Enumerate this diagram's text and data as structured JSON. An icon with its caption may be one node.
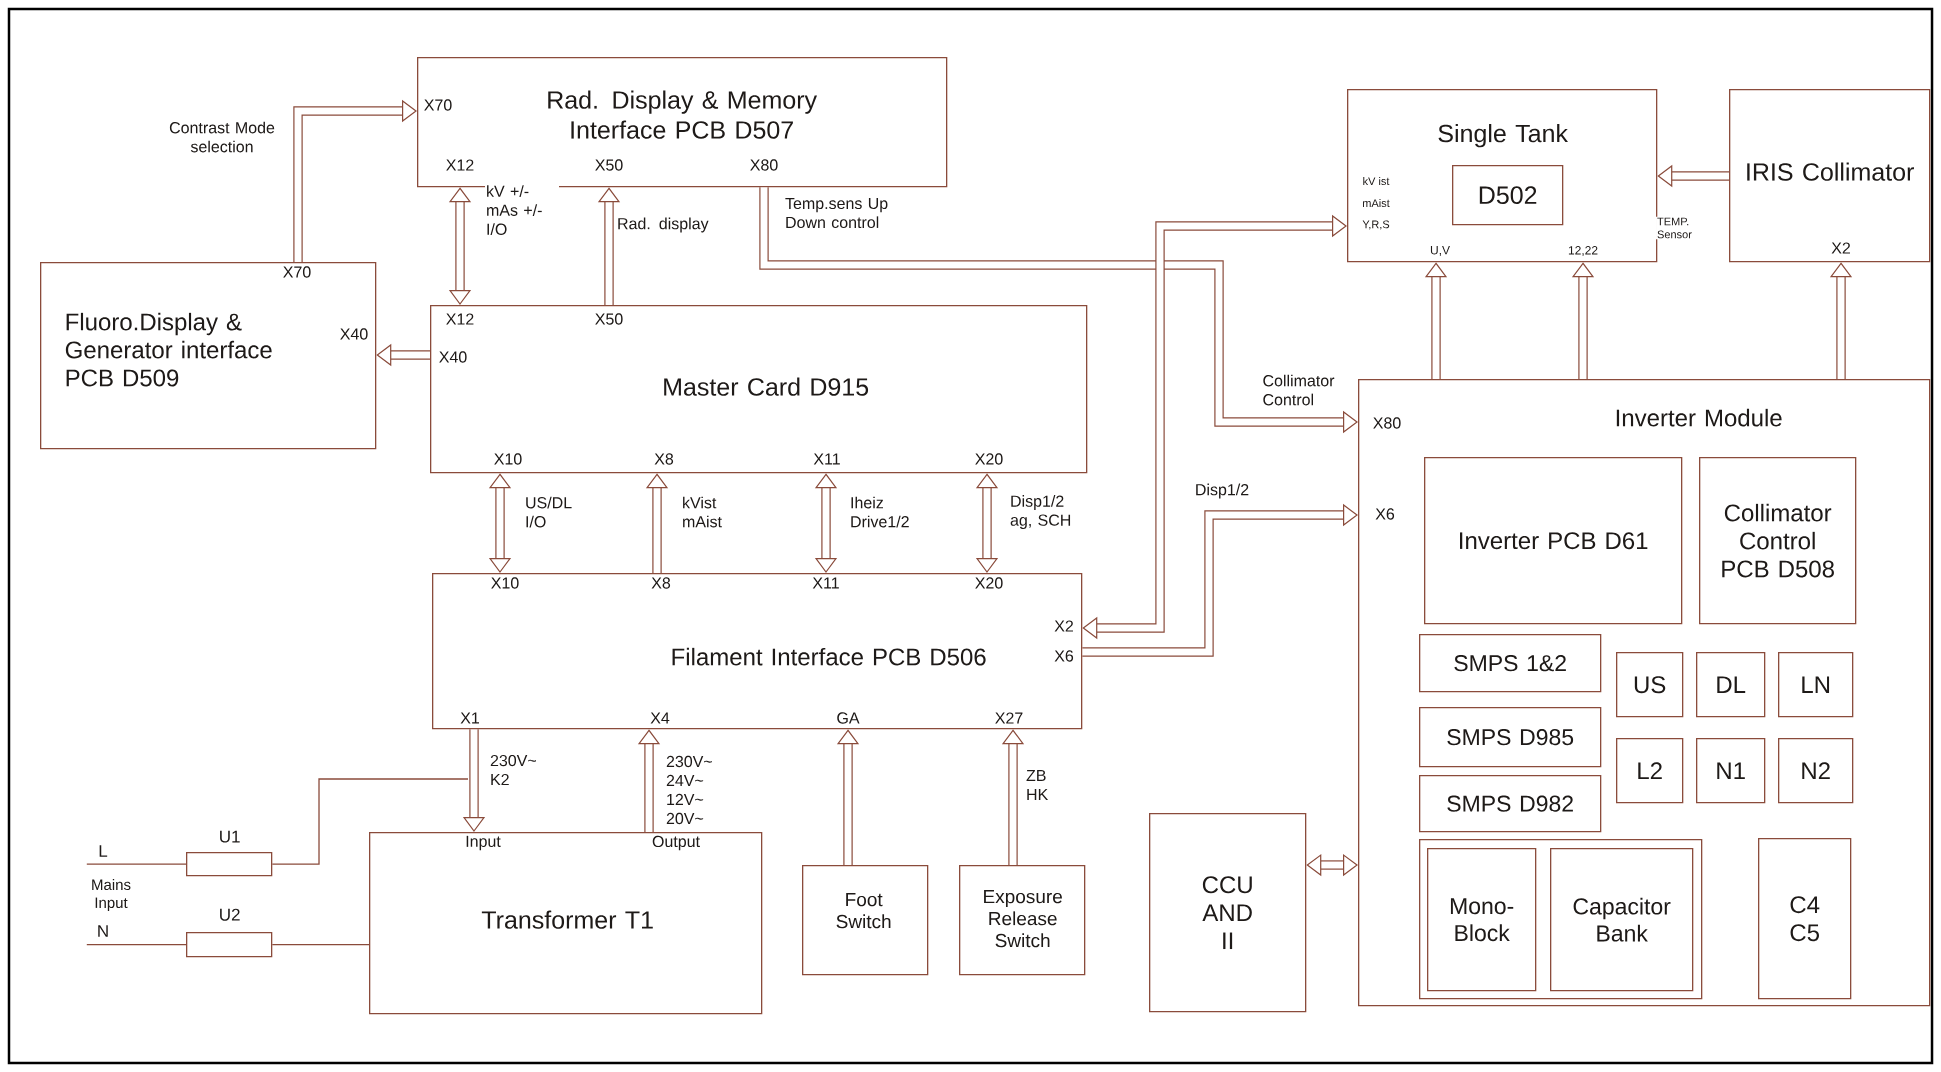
{
  "diagram": {
    "nodes": [
      {
        "text": [
          "Rad. Display & Memory Interface PCB D507"
        ]
      },
      {
        "text": [
          "Fluoro.Display & Generator interface PCB D509"
        ]
      },
      {
        "text": [
          "Master Card D915"
        ]
      },
      {
        "text": [
          "Filament Interface PCB D506"
        ]
      },
      {
        "text": [
          "Transformer T1"
        ]
      },
      {
        "text": [
          "Foot Switch"
        ]
      },
      {
        "text": [
          "Exposure Release Switch"
        ]
      },
      {
        "text": [
          "Single Tank"
        ]
      },
      {
        "text": [
          "D502"
        ],
        "in": 7
      },
      {
        "text": [
          "IRIS Collimator"
        ]
      },
      {
        "text": [
          "Inverter Module"
        ]
      },
      {
        "text": [
          "Inverter PCB D61"
        ],
        "in": 10
      },
      {
        "text": [
          "Collimator Control PCB D508"
        ],
        "in": 10
      },
      {
        "text": [
          "SMPS 1&2"
        ],
        "in": 10
      },
      {
        "text": [
          "SMPS D985"
        ],
        "in": 10
      },
      {
        "text": [
          "SMPS D982"
        ],
        "in": 10
      },
      {
        "text": [
          "US"
        ],
        "in": 10
      },
      {
        "text": [
          "DL"
        ],
        "in": 10
      },
      {
        "text": [
          "LN"
        ],
        "in": 10
      },
      {
        "text": [
          "L2"
        ],
        "in": 10
      },
      {
        "text": [
          "N1"
        ],
        "in": 10
      },
      {
        "text": [
          "N2"
        ],
        "in": 10
      },
      {
        "text": [],
        "shape": "box",
        "in": 10
      },
      {
        "text": [
          "Mono-Block"
        ],
        "in": 22
      },
      {
        "text": [
          "Capacitor Bank"
        ],
        "in": 22
      },
      {
        "text": [
          "C4 C5"
        ],
        "in": 10
      },
      {
        "text": [
          "CCU AND II"
        ]
      },
      {
        "text": [
          "U1"
        ]
      },
      {
        "text": [
          "U2"
        ]
      },
      {
        "text": [
          "L"
        ]
      },
      {
        "text": [
          "N"
        ]
      }
    ],
    "edges": [
      {
        "from": 1,
        "to": 0,
        "arrow": "to",
        "label": "Contrast Mode selection"
      },
      {
        "from": 0,
        "to": 2,
        "arrow": "both",
        "label": "kV +/- mAs +/- I/O"
      },
      {
        "from": 2,
        "to": 0,
        "arrow": "to",
        "label": "Rad. display"
      },
      {
        "from": 2,
        "to": 1,
        "arrow": "to"
      },
      {
        "from": 0,
        "to": 10,
        "arrow": "to",
        "label": "Temp.sens Up Down control"
      },
      {
        "from": 3,
        "to": 7,
        "arrow": "both"
      },
      {
        "from": 3,
        "to": 10,
        "arrow": "to",
        "label": "Disp1/2"
      },
      {
        "from": 2,
        "to": 3,
        "arrow": "both",
        "label": "US/DL I/O"
      },
      {
        "from": 3,
        "to": 2,
        "arrow": "to",
        "label": "kVist mAist"
      },
      {
        "from": 2,
        "to": 3,
        "arrow": "both",
        "label": "Iheiz Drive1/2"
      },
      {
        "from": 2,
        "to": 3,
        "arrow": "both",
        "label": "Disp1/2 ag, SCH"
      },
      {
        "from": 3,
        "to": 4,
        "arrow": "to",
        "label": "230V~ K2"
      },
      {
        "from": 4,
        "to": 3,
        "arrow": "to",
        "label": "230V~ 24V~ 12V~ 20V~"
      },
      {
        "from": 5,
        "to": 3,
        "arrow": "to"
      },
      {
        "from": 6,
        "to": 3,
        "arrow": "to",
        "label": "ZB HK"
      },
      {
        "from": 10,
        "to": 7,
        "arrow": "to"
      },
      {
        "from": 10,
        "to": 7,
        "arrow": "to"
      },
      {
        "from": 10,
        "to": 9,
        "arrow": "to"
      },
      {
        "from": 9,
        "to": 7,
        "arrow": "to",
        "label": "TEMP. Sensor"
      },
      {
        "from": 26,
        "to": 10,
        "arrow": "both"
      },
      {
        "from": 29,
        "to": 27,
        "arrow": "none"
      },
      {
        "from": 27,
        "to": 4,
        "arrow": "none"
      },
      {
        "from": 30,
        "to": 28,
        "arrow": "none"
      },
      {
        "from": 28,
        "to": 4,
        "arrow": "none"
      }
    ],
    "labels": [
      "X70",
      "X12",
      "X50",
      "X80",
      "X70",
      "X12",
      "X50",
      "X40",
      "X40",
      "X10",
      "X8",
      "X11",
      "X20",
      "X10",
      "X8",
      "X11",
      "X20",
      "X2",
      "X6",
      "X1",
      "X4",
      "GA",
      "X27",
      "Input",
      "Output",
      "Mains Input",
      "kV ist",
      "mAist",
      "Y,R,S",
      "U,V",
      "12,22",
      "X2",
      "Collimator Control",
      "X80",
      "X6"
    ]
  }
}
